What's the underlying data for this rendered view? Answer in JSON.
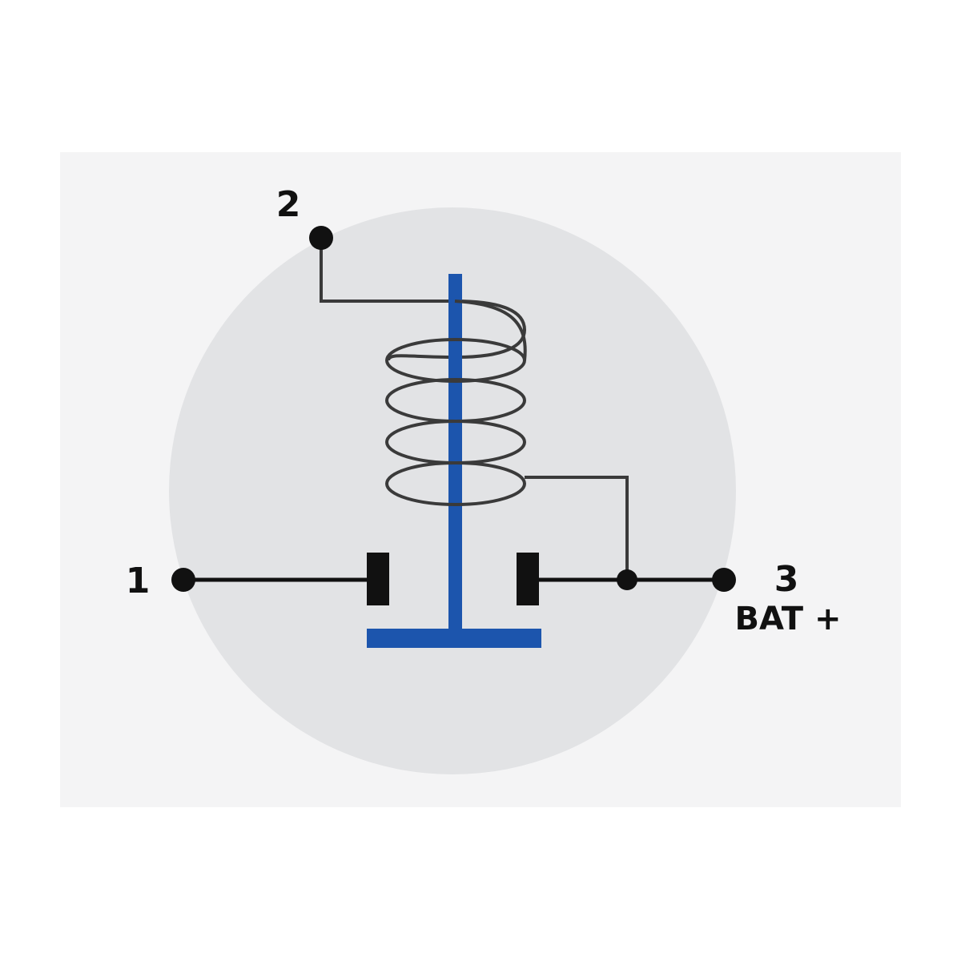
{
  "diagram": {
    "terminals": {
      "t1": {
        "number": "1"
      },
      "t2": {
        "number": "2"
      },
      "t3": {
        "number": "3",
        "sub_label": "BAT +"
      }
    },
    "colors": {
      "panel": "#f4f4f5",
      "circle": "#e2e3e5",
      "wire": "#111111",
      "coil_wire": "#3a3a3a",
      "plunger": "#1c55ad",
      "contact": "#111111"
    }
  }
}
